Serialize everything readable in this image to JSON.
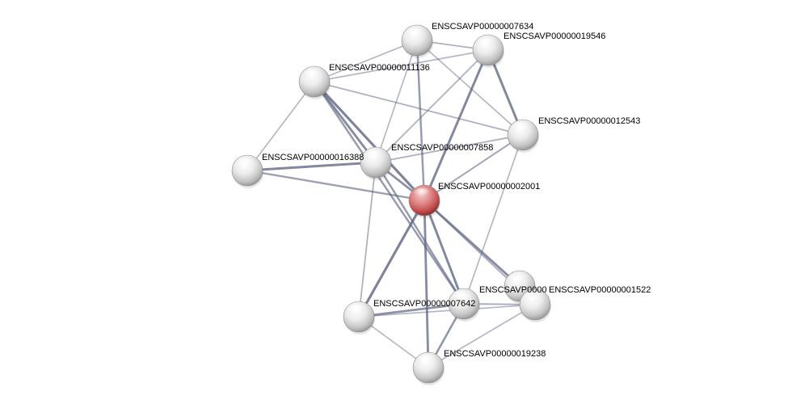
{
  "colors": {
    "edge": "#5b6280",
    "node_gray": "#d8d8d8",
    "node_query": "#d96b6b",
    "background": "#ffffff"
  },
  "nodes": [
    {
      "id": "n_2001",
      "label": "ENSCSAVP00000002001",
      "query": true
    },
    {
      "id": "n_7634",
      "label": "ENSCSAVP00000007634"
    },
    {
      "id": "n_19546",
      "label": "ENSCSAVP00000019546"
    },
    {
      "id": "n_11136",
      "label": "ENSCSAVP00000011136"
    },
    {
      "id": "n_12543",
      "label": "ENSCSAVP00000012543"
    },
    {
      "id": "n_16388",
      "label": "ENSCSAVP00000016388"
    },
    {
      "id": "n_7858",
      "label": "ENSCSAVP00000007858"
    },
    {
      "id": "n_hidden",
      "label": "ENSCSAVP0000"
    },
    {
      "id": "n_1522",
      "label": "ENSCSAVP00000001522"
    },
    {
      "id": "n_7642",
      "label": "ENSCSAVP00000007642"
    },
    {
      "id": "n_unlab",
      "label": ""
    },
    {
      "id": "n_19238",
      "label": "ENSCSAVP00000019238"
    }
  ],
  "edges": [
    {
      "source": "n_2001",
      "target": "n_19546",
      "strength": 0.8
    },
    {
      "source": "n_2001",
      "target": "n_7634",
      "strength": 0.6
    },
    {
      "source": "n_2001",
      "target": "n_11136",
      "strength": 0.85
    },
    {
      "source": "n_2001",
      "target": "n_12543",
      "strength": 0.45
    },
    {
      "source": "n_2001",
      "target": "n_16388",
      "strength": 0.55
    },
    {
      "source": "n_2001",
      "target": "n_7858",
      "strength": 0.7
    },
    {
      "source": "n_2001",
      "target": "n_hidden",
      "strength": 0.75
    },
    {
      "source": "n_2001",
      "target": "n_1522",
      "strength": 0.4
    },
    {
      "source": "n_2001",
      "target": "n_7642",
      "strength": 0.8
    },
    {
      "source": "n_2001",
      "target": "n_unlab",
      "strength": 0.85
    },
    {
      "source": "n_2001",
      "target": "n_19238",
      "strength": 0.75
    },
    {
      "source": "n_7634",
      "target": "n_19546",
      "strength": 0.35
    },
    {
      "source": "n_7634",
      "target": "n_11136",
      "strength": 0.3
    },
    {
      "source": "n_7634",
      "target": "n_12543",
      "strength": 0.3
    },
    {
      "source": "n_7634",
      "target": "n_7858",
      "strength": 0.3
    },
    {
      "source": "n_19546",
      "target": "n_11136",
      "strength": 0.3
    },
    {
      "source": "n_19546",
      "target": "n_12543",
      "strength": 0.8
    },
    {
      "source": "n_19546",
      "target": "n_7858",
      "strength": 0.35
    },
    {
      "source": "n_11136",
      "target": "n_12543",
      "strength": 0.35
    },
    {
      "source": "n_11136",
      "target": "n_16388",
      "strength": 0.3
    },
    {
      "source": "n_11136",
      "target": "n_7858",
      "strength": 0.75
    },
    {
      "source": "n_11136",
      "target": "n_7642",
      "strength": 0.6
    },
    {
      "source": "n_12543",
      "target": "n_7858",
      "strength": 0.35
    },
    {
      "source": "n_12543",
      "target": "n_7642",
      "strength": 0.3
    },
    {
      "source": "n_16388",
      "target": "n_7858",
      "strength": 0.8
    },
    {
      "source": "n_7858",
      "target": "n_unlab",
      "strength": 0.35
    },
    {
      "source": "n_7858",
      "target": "n_7642",
      "strength": 0.6
    },
    {
      "source": "n_unlab",
      "target": "n_7642",
      "strength": 0.7
    },
    {
      "source": "n_unlab",
      "target": "n_1522",
      "strength": 0.3
    },
    {
      "source": "n_unlab",
      "target": "n_19238",
      "strength": 0.3
    },
    {
      "source": "n_7642",
      "target": "n_1522",
      "strength": 0.4
    },
    {
      "source": "n_7642",
      "target": "n_19238",
      "strength": 0.65
    },
    {
      "source": "n_19238",
      "target": "n_1522",
      "strength": 0.3
    }
  ]
}
